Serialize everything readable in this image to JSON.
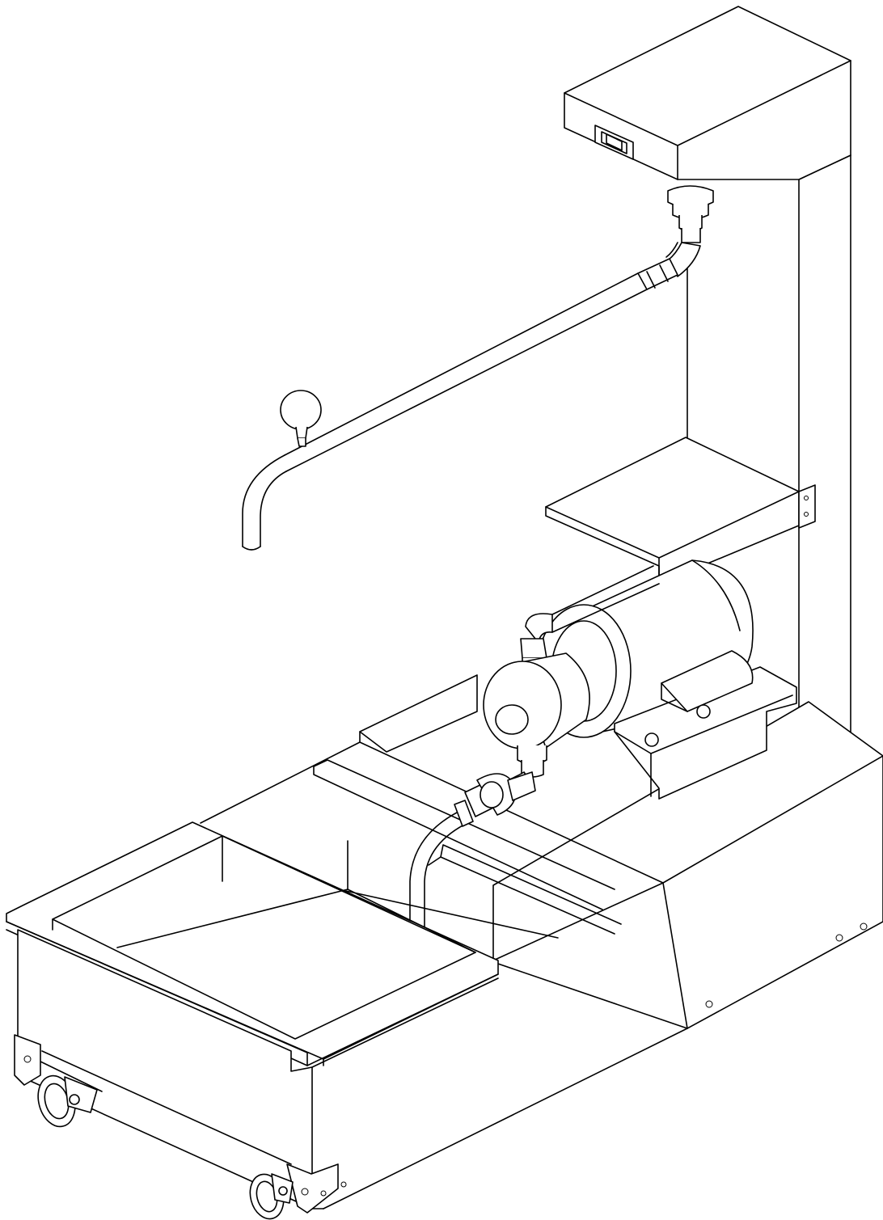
{
  "figure": {
    "kind": "isometric line drawing",
    "colors": {
      "line": "#000000",
      "background": "#ffffff"
    },
    "components": [
      "control-box",
      "rocker-switch",
      "return-nozzle",
      "return-pipe",
      "valve-knob",
      "motor-shelf",
      "pump-motor",
      "pump-head",
      "flexible-hose",
      "filter-pan",
      "pan-cover",
      "cabinet-base",
      "caster-front",
      "caster-rear"
    ]
  }
}
